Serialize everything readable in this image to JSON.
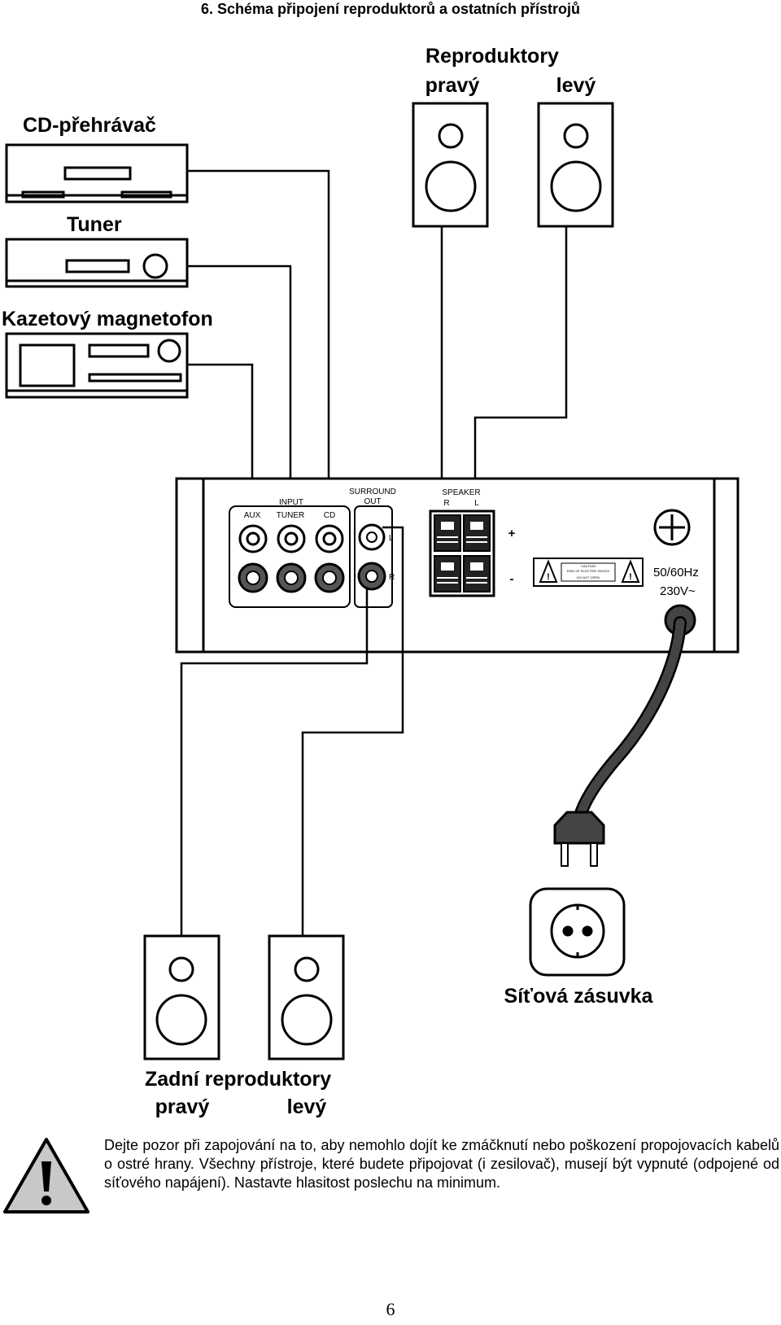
{
  "title": "6. Schéma připojení reproduktorů a ostatních přístrojů",
  "labels": {
    "speakers": "Reproduktory",
    "right": "pravý",
    "left": "levý",
    "cd_player": "CD-přehrávač",
    "tuner": "Tuner",
    "cassette": "Kazetový magnetofon",
    "rear_speakers": "Zadní reproduktory",
    "socket": "Síťová zásuvka"
  },
  "panel": {
    "input": "INPUT",
    "aux": "AUX",
    "tuner": "TUNER",
    "cd": "CD",
    "surround_1": "SURROUND",
    "surround_2": "OUT",
    "speaker": "SPEAKER",
    "speaker_r": "R",
    "speaker_l": "L",
    "surround_l": "L",
    "surround_r": "R",
    "plus": "+",
    "minus": "-",
    "caution_1": "CAUTION",
    "caution_2": "RISK OF ELECTRIC SHOCK",
    "caution_3": "DO NOT OPEN",
    "freq": "50/60Hz",
    "voltage": "230V~"
  },
  "warning": "Dejte pozor při zapojování na to, aby nemohlo dojít ke zmáčknutí nebo poškození propojovacích kabelů o ostré hrany. Všechny přístroje, které budete připojovat (i zesilovač), musejí být vypnuté (odpojené od síťového napájení). Nastavte hlasitost poslechu na minimum.",
  "page_number": "6"
}
